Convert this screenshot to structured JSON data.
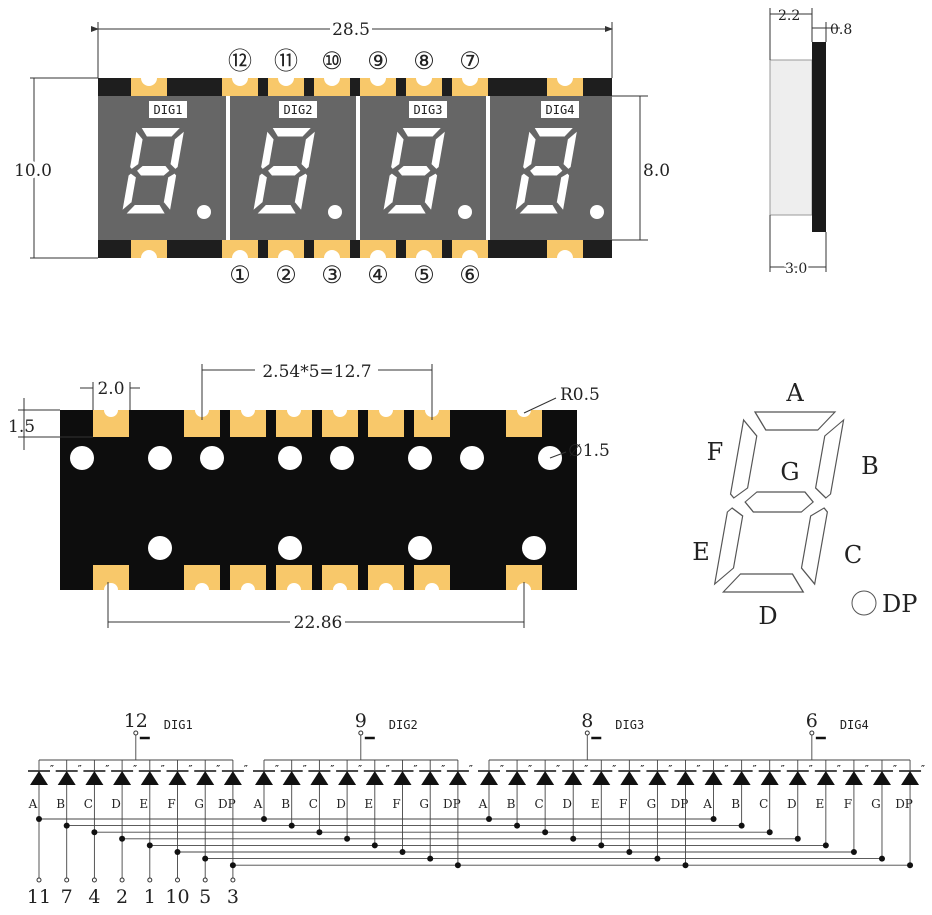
{
  "top_view": {
    "width_dim": "28.5",
    "height_dim": "10.0",
    "window_dim": "8.0",
    "digit_labels": [
      "DIG1",
      "DIG2",
      "DIG3",
      "DIG4"
    ],
    "top_pins": [
      "⑫",
      "⑪",
      "⑩",
      "⑨",
      "⑧",
      "⑦"
    ],
    "bottom_pins": [
      "①",
      "②",
      "③",
      "④",
      "⑤",
      "⑥"
    ]
  },
  "side_view": {
    "dim_a": "2.2",
    "dim_b": "0.8",
    "dim_c": "3.0"
  },
  "bottom_view": {
    "pad_width_dim": "2.0",
    "pad_height_dim": "1.5",
    "pitch_dim": "2.54*5=12.7",
    "radius_dim": "R0.5",
    "hole_dim": "∅1.5",
    "span_dim": "22.86"
  },
  "segment_legend": {
    "A": "A",
    "B": "B",
    "C": "C",
    "D": "D",
    "E": "E",
    "F": "F",
    "G": "G",
    "DP": "DP"
  },
  "schematic": {
    "segments": [
      "A",
      "B",
      "C",
      "D",
      "E",
      "F",
      "G",
      "DP"
    ],
    "digits": [
      {
        "pin": "12",
        "label": "DIG1"
      },
      {
        "pin": "9",
        "label": "DIG2"
      },
      {
        "pin": "8",
        "label": "DIG3"
      },
      {
        "pin": "6",
        "label": "DIG4"
      }
    ],
    "segment_pins": [
      "11",
      "7",
      "4",
      "2",
      "1",
      "10",
      "5",
      "3"
    ]
  },
  "colors": {
    "body": "#1e1e1e",
    "window": "#666666",
    "pad": "#f8c86a"
  }
}
